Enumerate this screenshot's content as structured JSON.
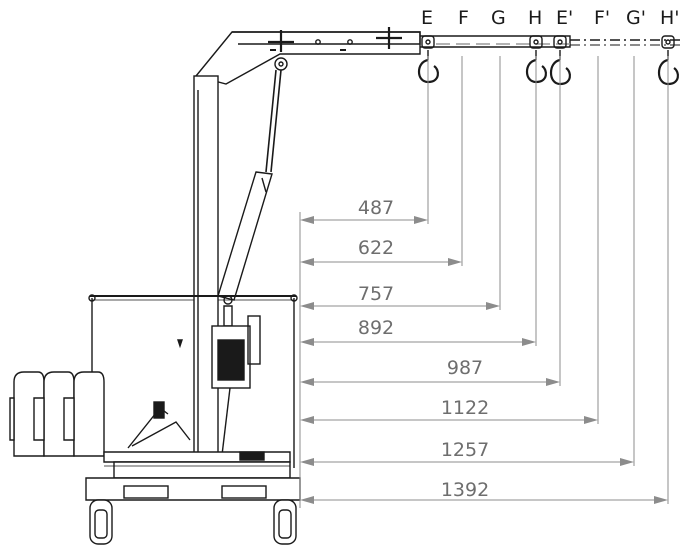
{
  "diagram": {
    "hook_positions": [
      "E",
      "F",
      "G",
      "H",
      "E'",
      "F'",
      "G'",
      "H'"
    ],
    "reach_dimensions": [
      "487",
      "622",
      "757",
      "892",
      "987",
      "1122",
      "1257",
      "1392"
    ]
  }
}
